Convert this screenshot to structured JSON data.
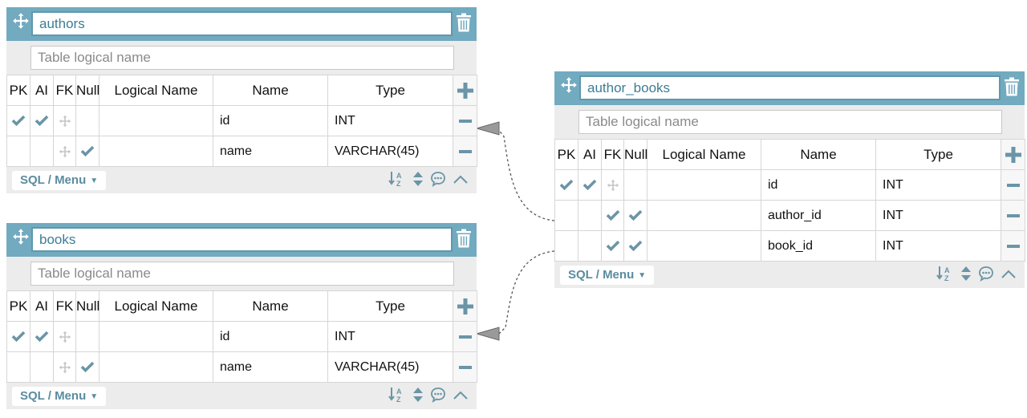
{
  "colors": {
    "header": "#72aabf",
    "accent": "#5e98ae",
    "check": "#6a95a6",
    "faint": "#c5c5c5"
  },
  "common": {
    "logical_placeholder": "Table logical name",
    "headers": {
      "pk": "PK",
      "ai": "AI",
      "fk": "FK",
      "null": "Null",
      "logical": "Logical Name",
      "name": "Name",
      "type": "Type"
    },
    "menu_label": "SQL / Menu",
    "icons": [
      "move-icon",
      "trash-icon",
      "add-icon",
      "remove-icon",
      "check-icon",
      "sort-az-icon",
      "reorder-icon",
      "comment-icon",
      "collapse-icon"
    ]
  },
  "tables": [
    {
      "id": "authors",
      "name": "authors",
      "logical_name": "",
      "columns": [
        {
          "pk": true,
          "ai": true,
          "fk": false,
          "null": false,
          "logical": "",
          "name": "id",
          "type": "INT"
        },
        {
          "pk": false,
          "ai": false,
          "fk": false,
          "null": true,
          "logical": "",
          "name": "name",
          "type": "VARCHAR(45)"
        }
      ]
    },
    {
      "id": "books",
      "name": "books",
      "logical_name": "",
      "columns": [
        {
          "pk": true,
          "ai": true,
          "fk": false,
          "null": false,
          "logical": "",
          "name": "id",
          "type": "INT"
        },
        {
          "pk": false,
          "ai": false,
          "fk": false,
          "null": true,
          "logical": "",
          "name": "name",
          "type": "VARCHAR(45)"
        }
      ]
    },
    {
      "id": "author_books",
      "name": "author_books",
      "logical_name": "",
      "columns": [
        {
          "pk": true,
          "ai": true,
          "fk": false,
          "null": false,
          "logical": "",
          "name": "id",
          "type": "INT"
        },
        {
          "pk": false,
          "ai": false,
          "fk": true,
          "null": true,
          "logical": "",
          "name": "author_id",
          "type": "INT"
        },
        {
          "pk": false,
          "ai": false,
          "fk": true,
          "null": true,
          "logical": "",
          "name": "book_id",
          "type": "INT"
        }
      ]
    }
  ],
  "relations": [
    {
      "from": "author_books.author_id",
      "to": "authors.id"
    },
    {
      "from": "author_books.book_id",
      "to": "books.id"
    }
  ]
}
